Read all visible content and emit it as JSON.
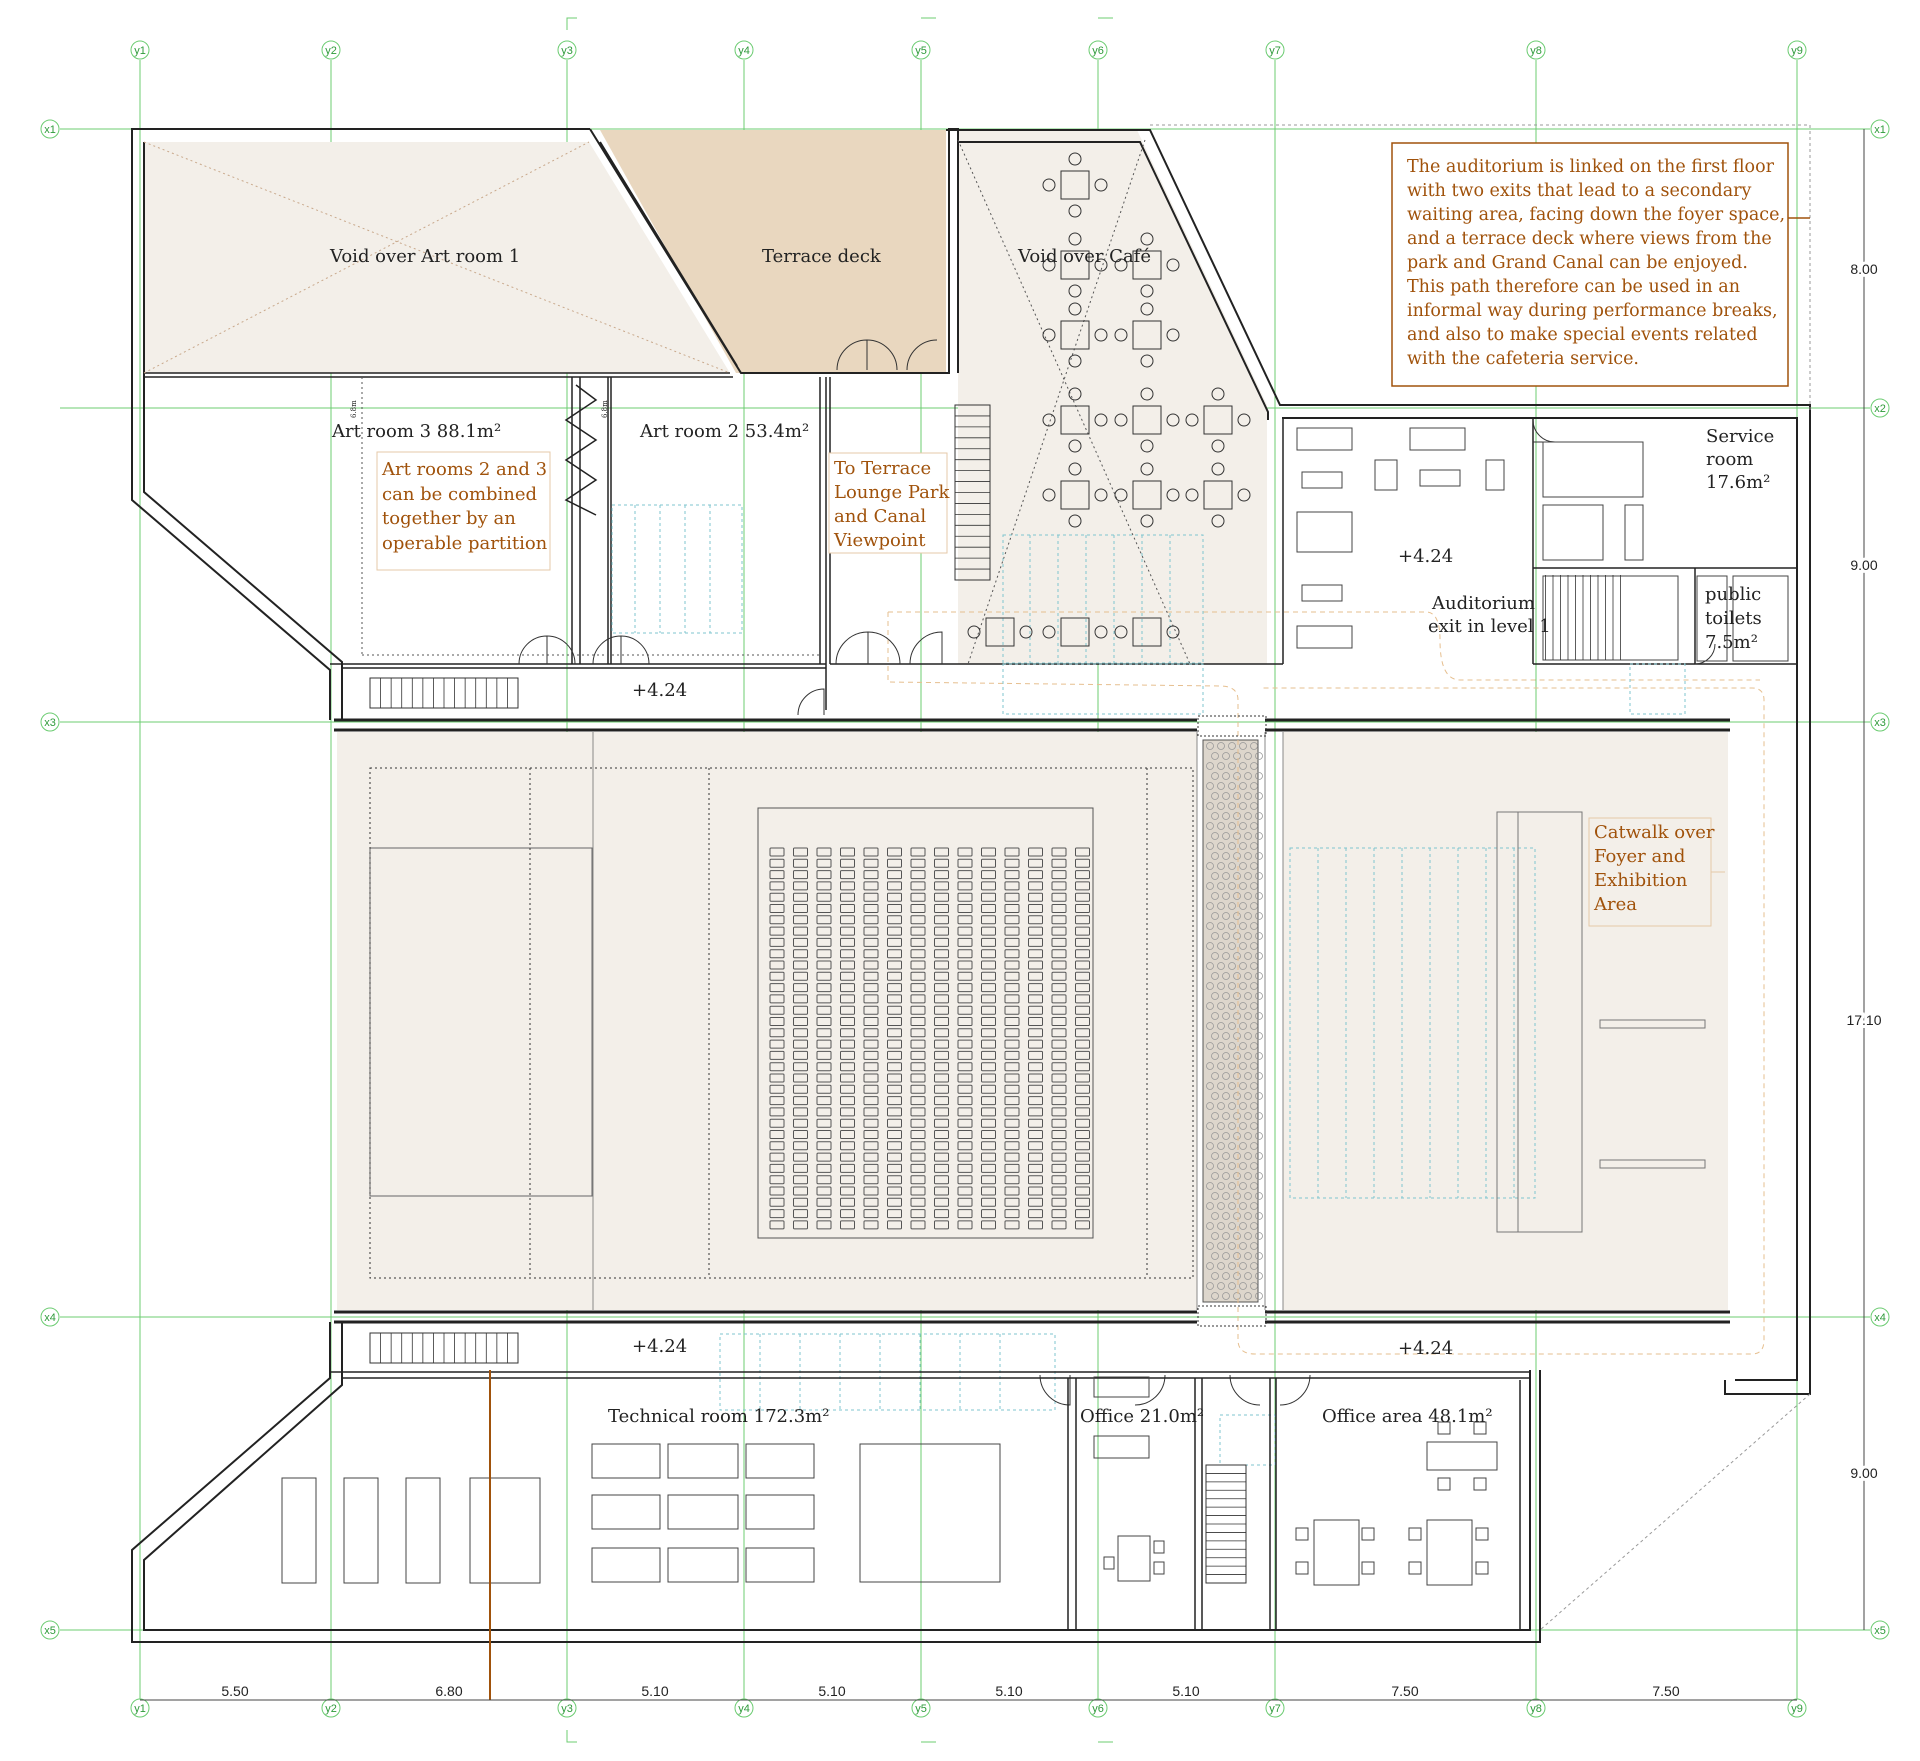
{
  "colors": {
    "grid": "#6ccc72",
    "wall": "#222222",
    "floor_fill": "#f3efe9",
    "terrace_fill": "#e9d7bf",
    "annotation": "#a0520b",
    "furniture_dashed": "#7fc6cf"
  },
  "grid": {
    "columns": [
      "y1",
      "y2",
      "y3",
      "y4",
      "y5",
      "y6",
      "y7",
      "y8",
      "y9"
    ],
    "rows": [
      "x1",
      "x2",
      "x3",
      "x4",
      "x5"
    ]
  },
  "rooms": {
    "void_art_room_1": "Void over Art room 1",
    "terrace_deck": "Terrace deck",
    "void_cafe": "Void over Café",
    "art_room_3": "Art room 3  88.1m²",
    "art_room_2": "Art room 2  53.4m²",
    "service_room_1": "Service",
    "service_room_2": "room",
    "service_room_3": "17.6m²",
    "level_cafe": "+4.24",
    "auditorium_exit_1": "Auditorium",
    "auditorium_exit_2": "exit in level 1",
    "toilets_1": "public",
    "toilets_2": "toilets",
    "toilets_3": "7.5m²",
    "level_north": "+4.24",
    "level_south": "+4.24",
    "level_southeast": "+4.24",
    "technical_room": "Technical room  172.3m²",
    "office": "Office  21.0m²",
    "office_area": "Office area  48.1m²",
    "partition_width_1": "6.8m",
    "partition_width_2": "6.8m"
  },
  "annotations": {
    "art_rooms_note": [
      "Art rooms 2 and 3",
      "can be combined",
      "together by an",
      "operable partition"
    ],
    "terrace_link": [
      "To Terrace",
      "Lounge Park",
      "and Canal",
      "Viewpoint"
    ],
    "catwalk": [
      "Catwalk over",
      "Foyer and",
      "Exhibition",
      "Area"
    ],
    "description": [
      "The auditorium is linked on the first floor",
      "with two exits that lead to a secondary",
      "waiting area, facing down the foyer space,",
      "and a terrace deck where views from the",
      "park and Grand Canal can be enjoyed.",
      "This path therefore can be used in an",
      "informal way during performance breaks,",
      "and also to make special events related",
      "with the cafeteria service."
    ]
  },
  "dimensions": {
    "bottom": [
      "5.50",
      "6.80",
      "5.10",
      "5.10",
      "5.10",
      "5.10",
      "7.50",
      "7.50"
    ],
    "right": [
      "8.00",
      "9.00",
      "17.10",
      "9.00"
    ]
  }
}
